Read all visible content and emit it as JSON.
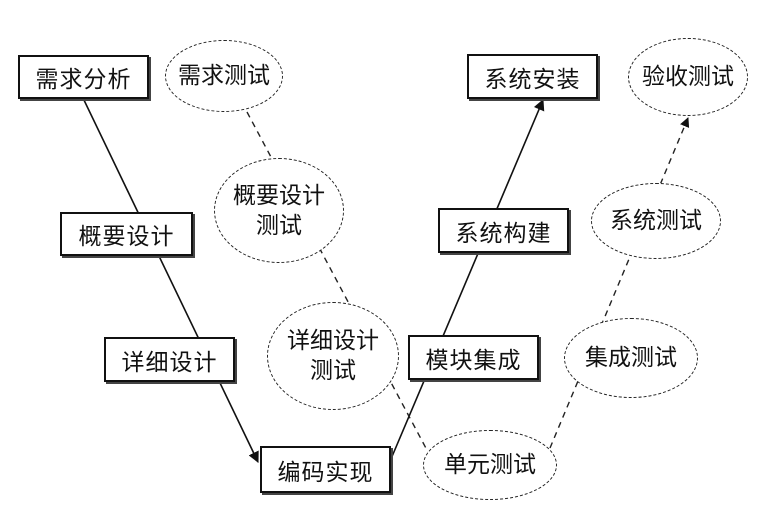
{
  "dev_stages": {
    "requirements": "需求分析",
    "outline_design": "概要设计",
    "detailed_design": "详细设计",
    "coding": "编码实现",
    "module_integration": "模块集成",
    "system_build": "系统构建",
    "system_install": "系统安装"
  },
  "test_stages": {
    "requirements_test": "需求测试",
    "outline_design_test": [
      "概要设计",
      "测试"
    ],
    "detailed_design_test": [
      "详细设计",
      "测试"
    ],
    "unit_test": "单元测试",
    "integration_test": "集成测试",
    "system_test": "系统测试",
    "acceptance_test": "验收测试"
  }
}
